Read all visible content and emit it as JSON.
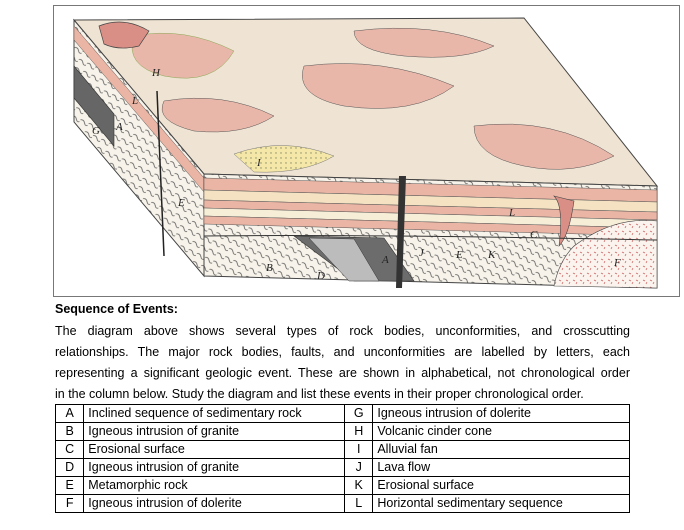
{
  "figure": {
    "labels": [
      "H",
      "L",
      "G",
      "A",
      "I",
      "E",
      "B",
      "D",
      "A",
      "J",
      "E",
      "K",
      "L",
      "C",
      "F"
    ]
  },
  "heading": "Sequence of Events:",
  "paragraph_lines": [
    "The diagram above shows several types of rock bodies, unconformities, and crosscutting",
    "relationships.  The major rock bodies, faults, and unconformities are labelled by letters, each",
    "representing a significant geologic event. These are shown in alphabetical, not chronological order",
    "in the column below. Study the diagram and list these events in their proper chronological order."
  ],
  "events": [
    {
      "code_left": "A",
      "desc_left": "Inclined sequence of sedimentary rock",
      "code_right": "G",
      "desc_right": "Igneous intrusion of dolerite"
    },
    {
      "code_left": "B",
      "desc_left": "Igneous intrusion of granite",
      "code_right": "H",
      "desc_right": "Volcanic cinder cone"
    },
    {
      "code_left": "C",
      "desc_left": "Erosional surface",
      "code_right": "I",
      "desc_right": "Alluvial fan"
    },
    {
      "code_left": "D",
      "desc_left": "Igneous intrusion of granite",
      "code_right": "J",
      "desc_right": "Lava flow"
    },
    {
      "code_left": "E",
      "desc_left": "Metamorphic rock",
      "code_right": "K",
      "desc_right": "Erosional surface"
    },
    {
      "code_left": "F",
      "desc_left": "Igneous intrusion of dolerite",
      "code_right": "L",
      "desc_right": "Horizontal sedimentary sequence"
    }
  ],
  "colors": {
    "surface": "#efe3d3",
    "pink_layer": "#eab5a4",
    "tan_layer": "#f4e2c2",
    "dark_layer": "#555555",
    "metamorphic": "#f7f3ea"
  }
}
